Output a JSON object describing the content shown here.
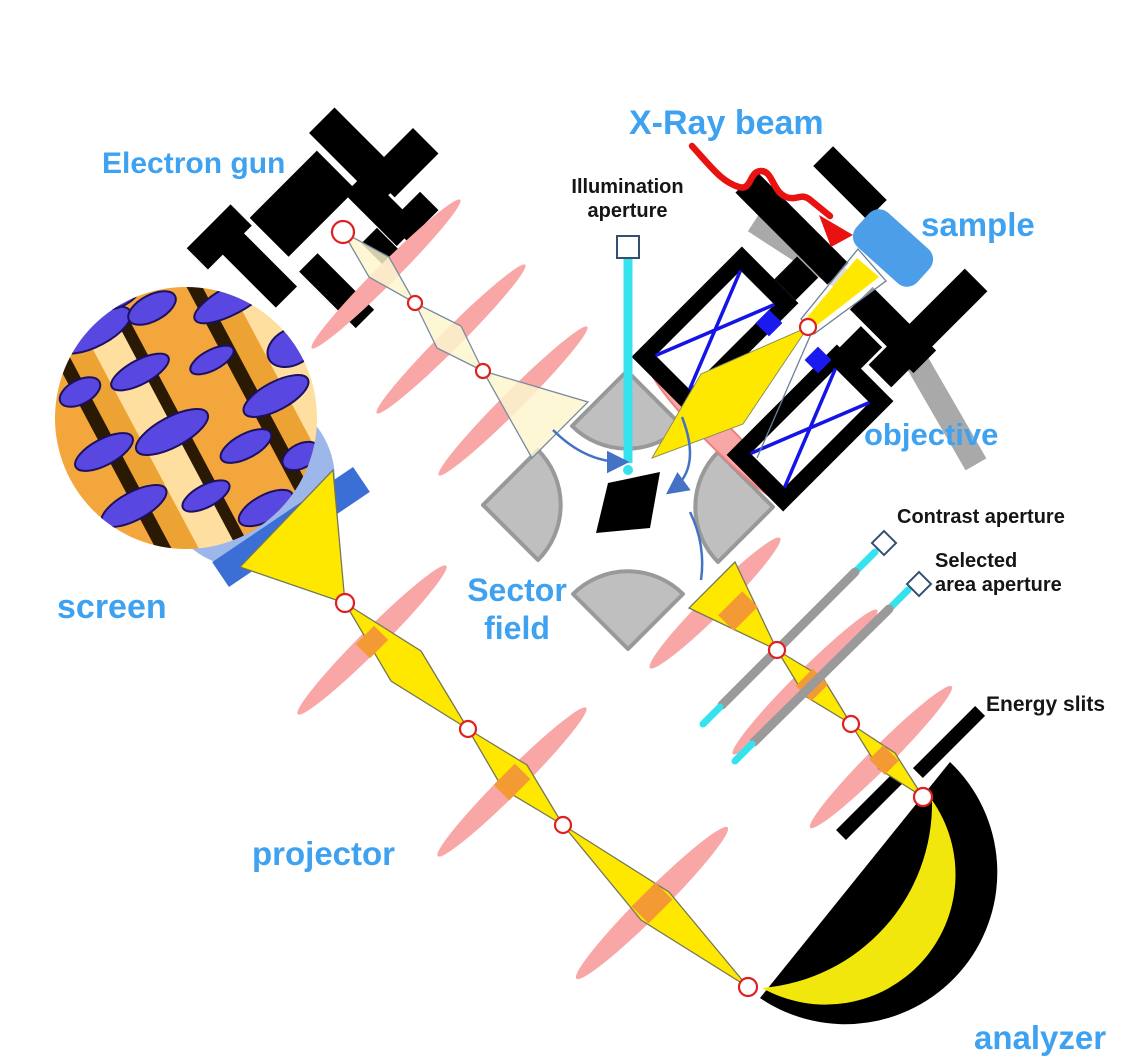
{
  "title": "PEEM / LEEM instrument schematic",
  "labels": {
    "electron_gun": "Electron gun",
    "xray_beam": "X-Ray beam",
    "illumination_aperture_l1": "Illumination",
    "illumination_aperture_l2": "aperture",
    "sample": "sample",
    "objective": "objective",
    "sector_field_l1": "Sector",
    "sector_field_l2": "field",
    "contrast_aperture": "Contrast aperture",
    "selected_area_l1": "Selected",
    "selected_area_l2": "area aperture",
    "energy_slits": "Energy slits",
    "analyzer": "analyzer",
    "projector": "projector",
    "screen": "screen"
  },
  "colors": {
    "label_blue": "#3fa2f0",
    "label_black": "#151515",
    "beam_yellow": "#ffe800",
    "beam_cream": "#fdf6cd",
    "beam_overlap_orange": "#f49a35",
    "lens_pink": "#f9a6a6",
    "lens_pink_border": "#ef8080",
    "aperture_rod_cyan": "#35e3ee",
    "metal_gray": "#a9a9a9",
    "sector_gray": "#bfbfbf",
    "sample_blue": "#4d9ee8",
    "screen_plate_blue": "#3b6fd6",
    "screen_glow_blue": "#9db7ea",
    "xray_red": "#e81210",
    "deflection_arrow_blue": "#4472c4",
    "crossover_red": "#e02020",
    "image_purple": "#5847e0",
    "image_orange": "#f3a63b",
    "component_black": "#000000"
  },
  "components": [
    "electron-gun",
    "x-ray-beam",
    "sample",
    "objective-lenses",
    "illumination-aperture",
    "sector-field",
    "contrast-aperture",
    "selected-area-aperture",
    "energy-slits",
    "analyzer",
    "projector-lenses",
    "screen",
    "lens-ellipses",
    "beam-crossovers"
  ]
}
